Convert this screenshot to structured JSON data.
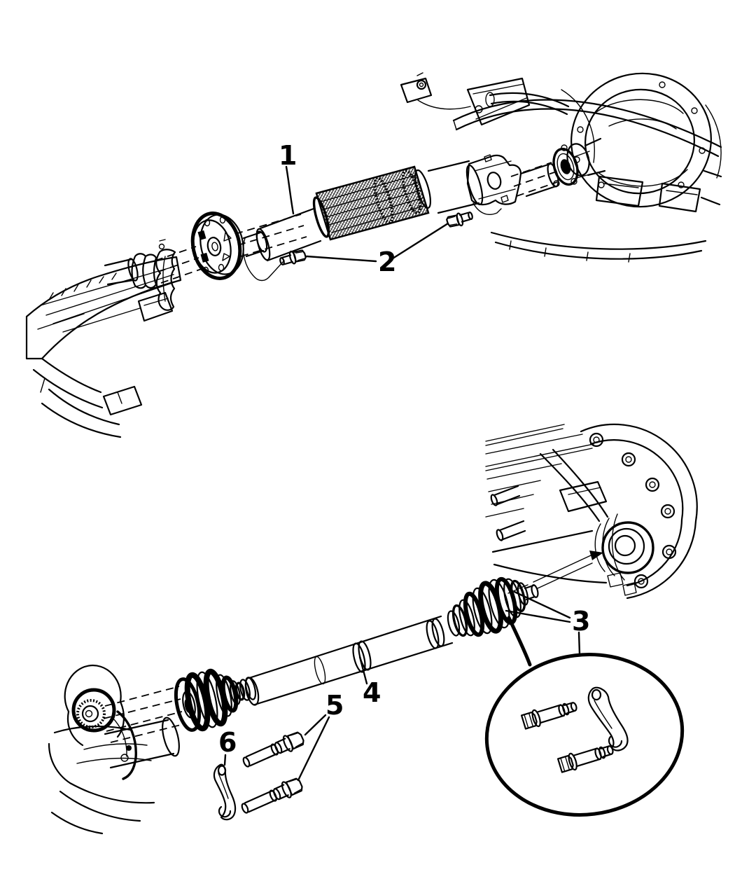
{
  "diagram": {
    "kind": "exploded-parts-line-diagram",
    "colors": {
      "background": "#ffffff",
      "line": "#000000"
    },
    "callouts": [
      {
        "label": "1"
      },
      {
        "label": "2"
      },
      {
        "label": "3"
      },
      {
        "label": "4"
      },
      {
        "label": "5"
      },
      {
        "label": "6"
      }
    ]
  }
}
